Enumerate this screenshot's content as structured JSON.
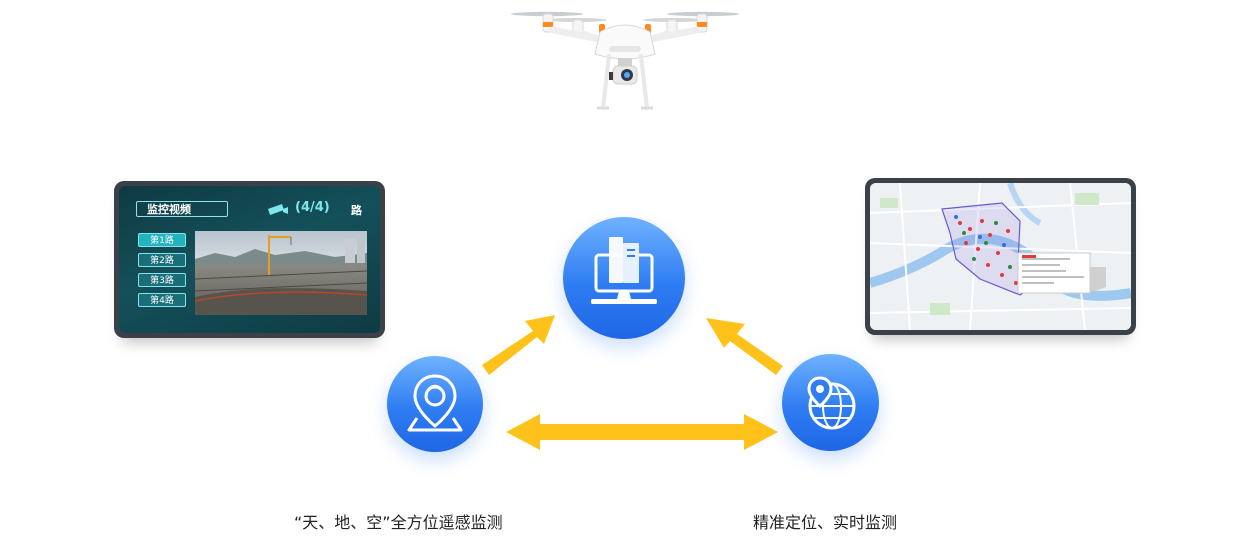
{
  "monitor_panel": {
    "title": "监控视频",
    "channel_count": "(4/4)",
    "channel_unit": "路",
    "channels": [
      "第1路",
      "第2路",
      "第3路",
      "第4路"
    ]
  },
  "captions": {
    "left": "“天、地、空”全方位遥感监测",
    "right": "精准定位、实时监测"
  },
  "icons": {
    "drone": "drone-icon",
    "top": "computer-books-icon",
    "left": "location-pin-icon",
    "right": "globe-pin-icon",
    "camera": "camera-icon"
  },
  "colors": {
    "arrow": "#ffc21a",
    "circle": "#2f7df2",
    "panel_bg": "#14505a",
    "panel_accent": "#22b3be"
  }
}
